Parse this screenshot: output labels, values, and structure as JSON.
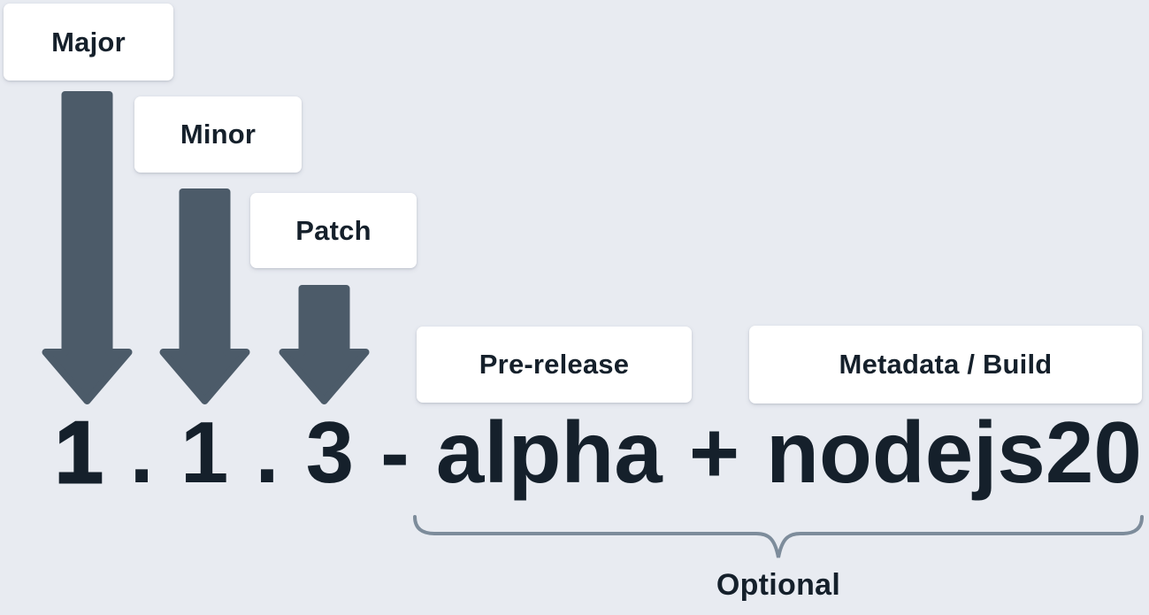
{
  "colors": {
    "background": "#e8ebf1",
    "card_background": "#ffffff",
    "arrow": "#4c5b69",
    "text": "#15202b",
    "brace": "#7d8c9b"
  },
  "labels": {
    "major": "Major",
    "minor": "Minor",
    "patch": "Patch",
    "prerelease": "Pre-release",
    "metadata_build": "Metadata / Build",
    "optional": "Optional"
  },
  "version_tokens": {
    "major": "1",
    "dot1": ".",
    "minor": "1",
    "dot2": ".",
    "patch": "3",
    "hyphen": "-",
    "prerelease": "alpha",
    "plus": "+",
    "build": "nodejs20"
  }
}
